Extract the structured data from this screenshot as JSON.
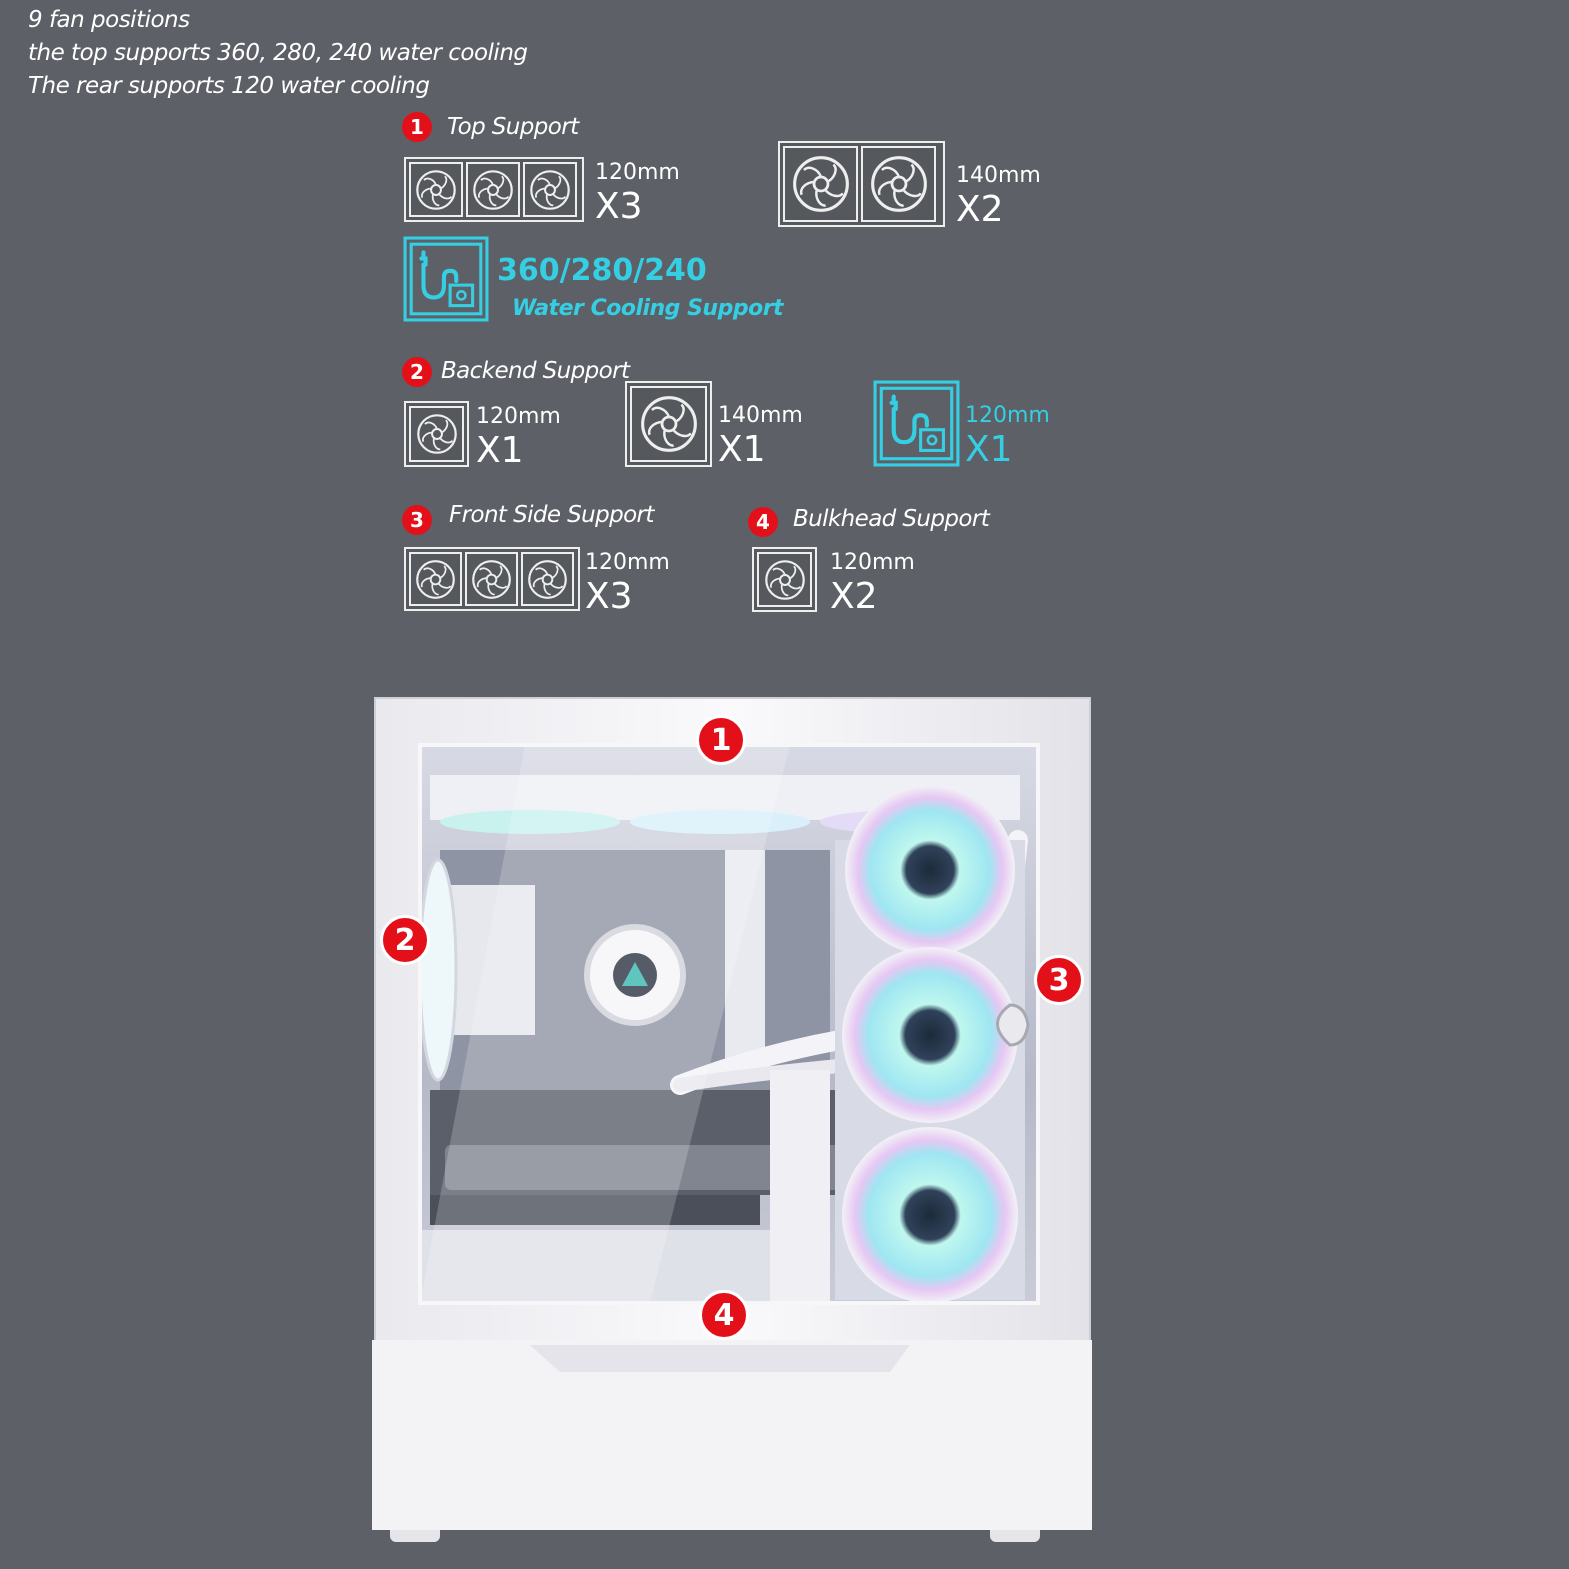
{
  "intro": [
    "9 fan positions",
    "the top supports 360, 280, 240 water cooling",
    "The rear supports 120 water cooling"
  ],
  "sections": {
    "top": {
      "number": "1",
      "title": "Top Support",
      "option_a": {
        "size": "120mm",
        "count": "X3"
      },
      "option_b": {
        "size": "140mm",
        "count": "X2"
      },
      "water": {
        "sizes": "360/280/240",
        "label": "Water Cooling Support"
      }
    },
    "back": {
      "number": "2",
      "title": "Backend Support",
      "option_a": {
        "size": "120mm",
        "count": "X1"
      },
      "option_b": {
        "size": "140mm",
        "count": "X1"
      },
      "water": {
        "size": "120mm",
        "count": "X1"
      }
    },
    "front": {
      "number": "3",
      "title": "Front Side Support",
      "option_a": {
        "size": "120mm",
        "count": "X3"
      }
    },
    "bulkhead": {
      "number": "4",
      "title": "Bulkhead Support",
      "option_a": {
        "size": "120mm",
        "count": "X2"
      }
    }
  },
  "markers": {
    "top": "1",
    "rear": "2",
    "front": "3",
    "bottom": "4"
  },
  "colors": {
    "background": "#5d6066",
    "badge": "#e3101a",
    "water_accent": "#35cfe4",
    "case": "#f4f4f6"
  },
  "icons": [
    "fan-icon",
    "water-cooling-icon"
  ]
}
